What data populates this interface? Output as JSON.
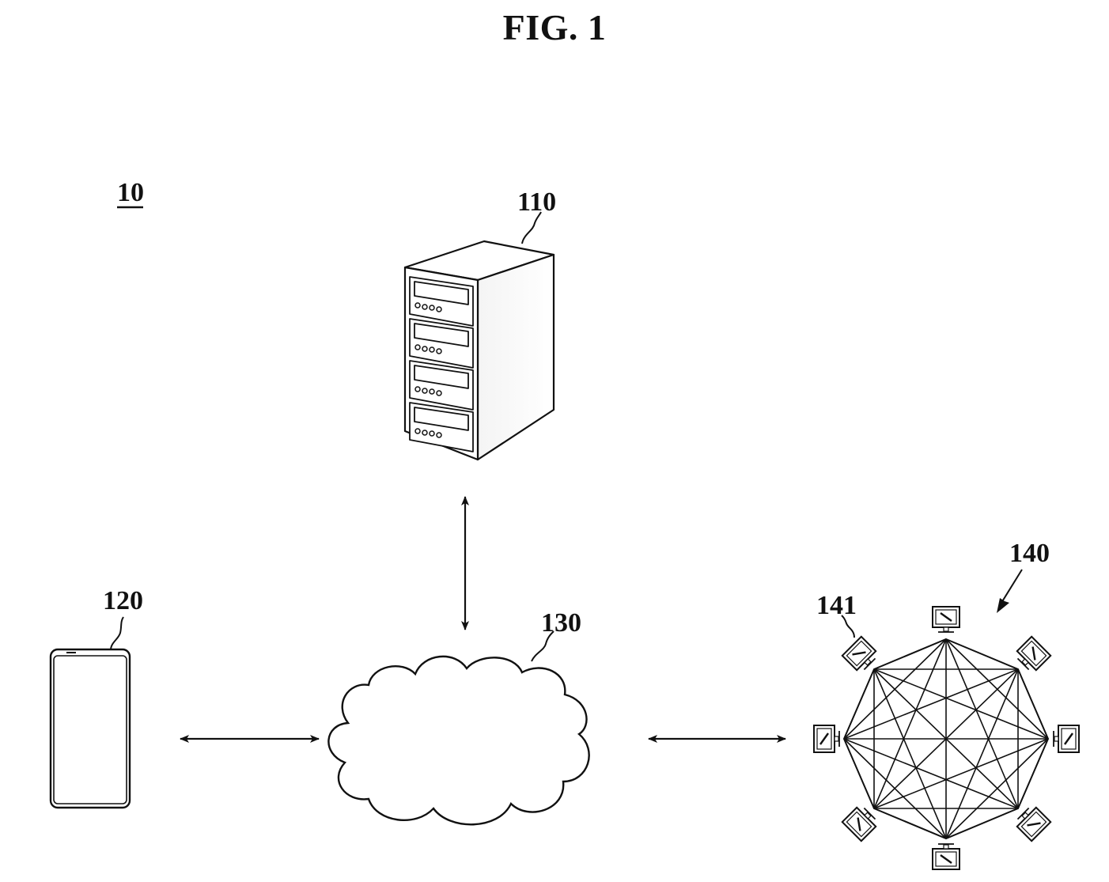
{
  "figure": {
    "title": "FIG. 1",
    "system_label": "10"
  },
  "nodes": {
    "server": {
      "ref": "110"
    },
    "terminal": {
      "ref": "120"
    },
    "network": {
      "ref": "130"
    },
    "node_group": {
      "ref": "140"
    },
    "node": {
      "ref": "141"
    }
  }
}
